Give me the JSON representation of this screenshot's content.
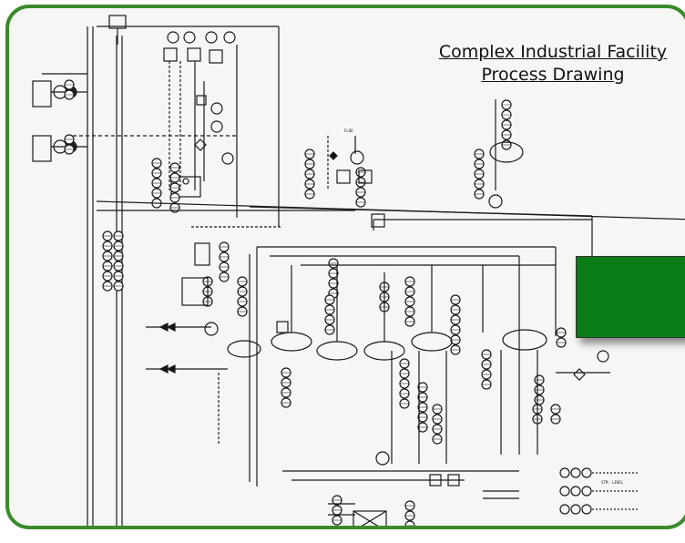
{
  "title": {
    "line1": "Complex Industrial Facility",
    "line2": "Process Drawing"
  },
  "colors": {
    "frame_border": "#3b8a2c",
    "panel_fill": "#0b7d17",
    "line_ink": "#1a1a1a",
    "paper": "#f6f6f4"
  },
  "drawing": {
    "kind": "process-and-instrumentation-schematic",
    "legible_tags": [
      "FLUE",
      "STM. LEVEL"
    ]
  }
}
